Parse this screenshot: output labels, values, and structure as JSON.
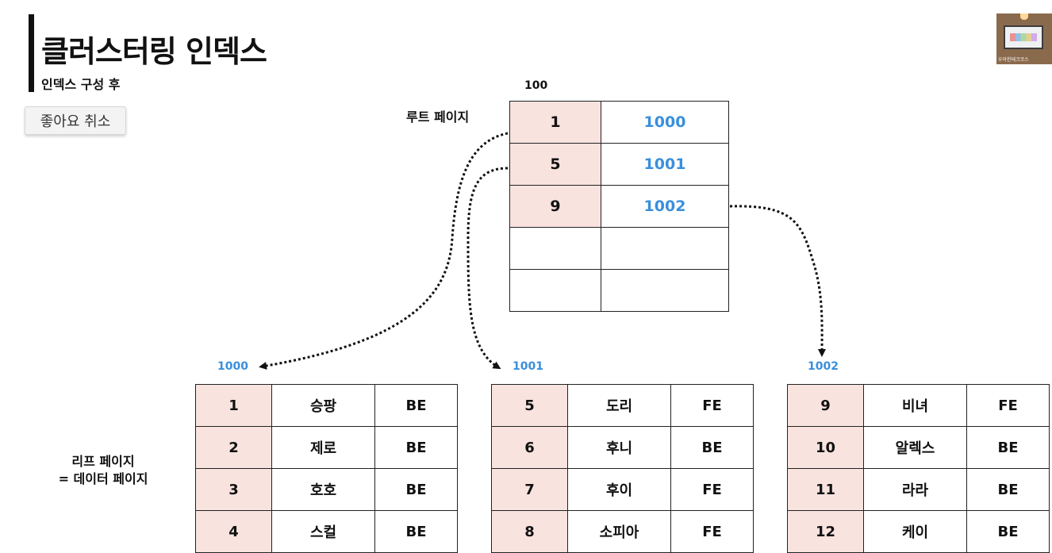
{
  "header": {
    "title": "클러스터링 인덱스",
    "subtitle": "인덱스 구성 후"
  },
  "toolbar": {
    "cancel_like_label": "좋아요 취소"
  },
  "video": {
    "caption": "우아한테크코스"
  },
  "root": {
    "label": "루트 페이지",
    "page_id": "100",
    "rows": [
      {
        "key": "1",
        "pointer": "1000"
      },
      {
        "key": "5",
        "pointer": "1001"
      },
      {
        "key": "9",
        "pointer": "1002"
      },
      {
        "key": "",
        "pointer": ""
      },
      {
        "key": "",
        "pointer": ""
      }
    ]
  },
  "leaf": {
    "label_line1": "리프 페이지",
    "label_line2": "= 데이터 페이지",
    "pages": [
      {
        "page_id": "1000",
        "rows": [
          {
            "key": "1",
            "name": "승팡",
            "team": "BE"
          },
          {
            "key": "2",
            "name": "제로",
            "team": "BE"
          },
          {
            "key": "3",
            "name": "호호",
            "team": "BE"
          },
          {
            "key": "4",
            "name": "스컬",
            "team": "BE"
          }
        ]
      },
      {
        "page_id": "1001",
        "rows": [
          {
            "key": "5",
            "name": "도리",
            "team": "FE"
          },
          {
            "key": "6",
            "name": "후니",
            "team": "BE"
          },
          {
            "key": "7",
            "name": "후이",
            "team": "FE"
          },
          {
            "key": "8",
            "name": "소피아",
            "team": "FE"
          }
        ]
      },
      {
        "page_id": "1002",
        "rows": [
          {
            "key": "9",
            "name": "비녀",
            "team": "FE"
          },
          {
            "key": "10",
            "name": "알렉스",
            "team": "BE"
          },
          {
            "key": "11",
            "name": "라라",
            "team": "BE"
          },
          {
            "key": "12",
            "name": "케이",
            "team": "BE"
          }
        ]
      }
    ]
  },
  "colors": {
    "key_cell_bg": "#f9e3df",
    "pointer_text": "#3a8fdc",
    "border": "#222222"
  }
}
